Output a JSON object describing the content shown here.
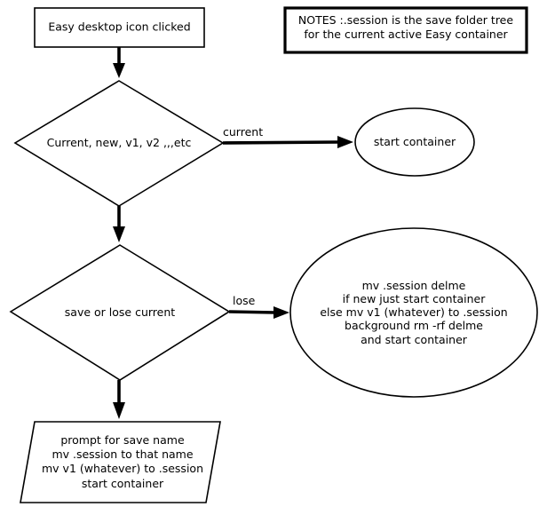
{
  "notes": {
    "line1": "NOTES :.session is the save folder tree",
    "line2": "for the current active Easy container"
  },
  "nodes": {
    "start": "Easy desktop icon clicked",
    "decision1": "Current, new, v1, v2 ,,,etc",
    "start_container": "start container",
    "decision2": "save or lose current",
    "lose_action": [
      "mv .session delme",
      "if new just start container",
      "else mv v1 (whatever) to .session",
      "background rm -rf delme",
      "and start container"
    ],
    "save_action": [
      "prompt for save name",
      "mv .session to that name",
      "mv v1 (whatever) to .session",
      "start container"
    ]
  },
  "edges": {
    "current": "current",
    "lose": "lose"
  }
}
